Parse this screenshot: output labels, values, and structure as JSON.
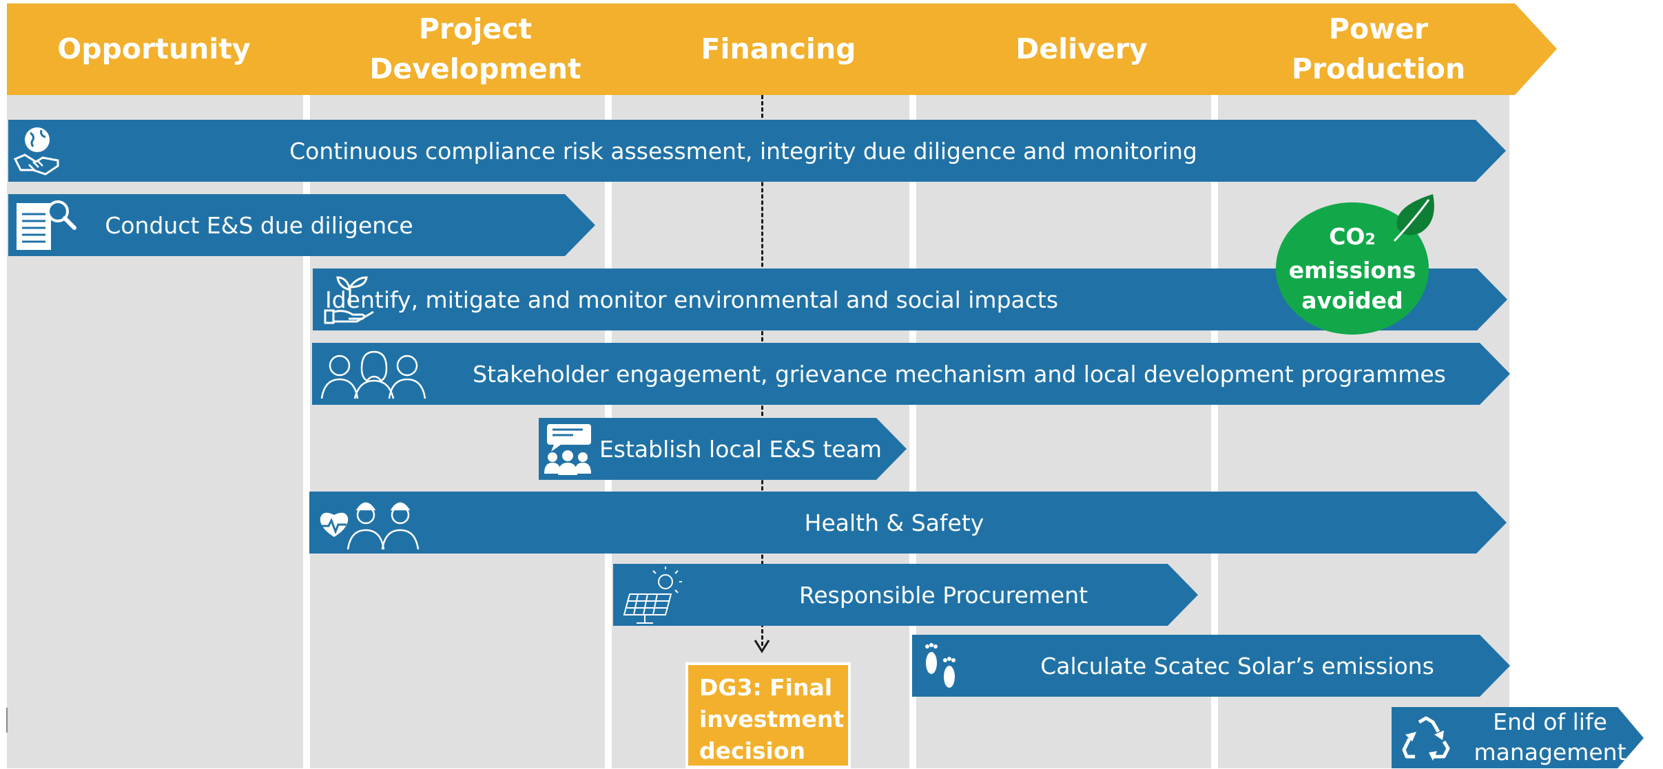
{
  "phases": [
    {
      "label": "Opportunity"
    },
    {
      "label": "Project\nDevelopment"
    },
    {
      "label": "Financing"
    },
    {
      "label": "Delivery"
    },
    {
      "label": "Power\nProduction"
    }
  ],
  "activities": [
    {
      "label": "Continuous compliance risk assessment, integrity due diligence and monitoring",
      "icon": "globe-handshake-icon"
    },
    {
      "label": "Conduct E&S due diligence",
      "icon": "document-magnifier-icon"
    },
    {
      "label": "Identify, mitigate and monitor environmental and social impacts",
      "icon": "seedling-hand-icon"
    },
    {
      "label": "Stakeholder engagement,  grievance mechanism and local development programmes",
      "icon": "people-group-icon"
    },
    {
      "label": "Establish local E&S team",
      "icon": "team-speech-icon"
    },
    {
      "label": "Health & Safety",
      "icon": "heart-helmet-workers-icon"
    },
    {
      "label": "Responsible Procurement",
      "icon": "solar-panel-icon"
    },
    {
      "label": "Calculate Scatec Solar’s emissions",
      "icon": "footprints-icon"
    }
  ],
  "end_of_life": {
    "label": "End of life\nmanagement",
    "icon": "recycle-icon"
  },
  "milestone": {
    "label": "DG3: Final\ninvestment\ndecision"
  },
  "co2": {
    "line1": "CO",
    "sub": "2",
    "line2": "emissions",
    "line3": "avoided"
  },
  "colors": {
    "phase": "#f2b02c",
    "bar": "#2072a6",
    "lane": "#e0e0e0",
    "co2": "#12a84a",
    "leaf": "#0f7f35"
  }
}
